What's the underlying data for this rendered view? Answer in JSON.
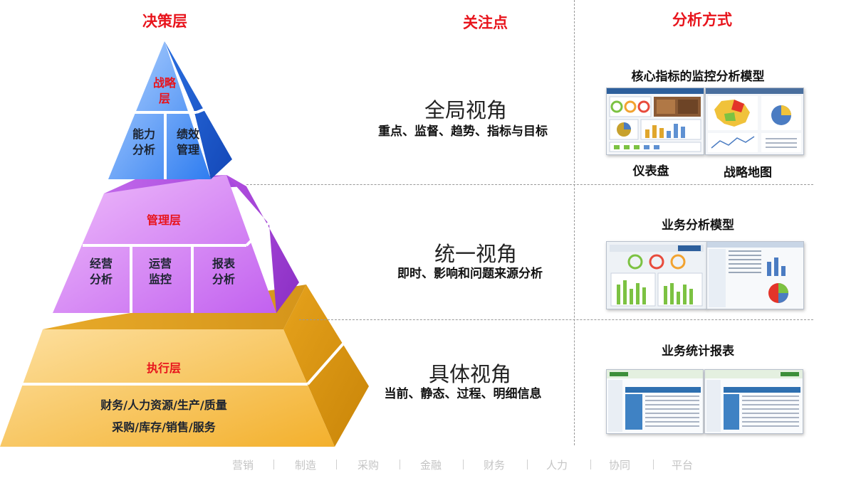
{
  "headers": {
    "decision_layer": "决策层",
    "focus": "关注点",
    "analysis_method": "分析方式"
  },
  "pyramid": {
    "top": {
      "title": "战略层",
      "title_line1": "战略",
      "title_line2": "层",
      "cells": [
        {
          "line1": "能力",
          "line2": "分析"
        },
        {
          "line1": "绩效",
          "line2": "管理"
        }
      ]
    },
    "middle": {
      "title": "管理层",
      "cells": [
        {
          "line1": "经营",
          "line2": "分析"
        },
        {
          "line1": "运营",
          "line2": "监控"
        },
        {
          "line1": "报表",
          "line2": "分析"
        }
      ]
    },
    "bottom": {
      "title": "执行层",
      "line1": "财务/人力资源/生产/质量",
      "line2": "采购/库存/销售/服务"
    },
    "colors": {
      "top": "#2f7df0",
      "middle": "#c563ee",
      "bottom": "#f2b233",
      "label_red": "#e8141c"
    }
  },
  "focus_points": [
    {
      "title": "全局视角",
      "subtitle": "重点、监督、趋势、指标与目标"
    },
    {
      "title": "统一视角",
      "subtitle": "即时、影响和问题来源分析"
    },
    {
      "title": "具体视角",
      "subtitle": "当前、静态、过程、明细信息"
    }
  ],
  "analysis_methods": [
    {
      "title": "核心指标的监控分析模型",
      "captions": [
        "仪表盘",
        "战略地图"
      ]
    },
    {
      "title": "业务分析模型"
    },
    {
      "title": "业务统计报表"
    }
  ],
  "bottom_nav": [
    "营销",
    "制造",
    "采购",
    "金融",
    "财务",
    "人力",
    "协同",
    "平台"
  ]
}
